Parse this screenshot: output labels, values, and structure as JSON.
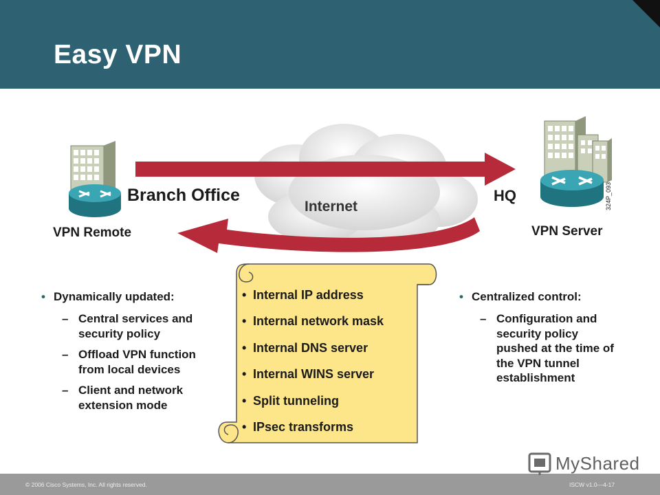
{
  "slide": {
    "title": "Easy VPN"
  },
  "diagram": {
    "branch_label": "Branch Office",
    "internet_label": "Internet",
    "hq_label": "HQ",
    "remote_label": "VPN Remote",
    "server_label": "VPN Server",
    "figure_code": "324P_093"
  },
  "left_column": {
    "heading": "Dynamically updated:",
    "items": [
      "Central services and security policy",
      "Offload VPN function from local devices",
      "Client and network extension mode"
    ]
  },
  "scroll": {
    "items": [
      "Internal IP address",
      "Internal network mask",
      "Internal DNS server",
      "Internal WINS server",
      "Split tunneling",
      "IPsec transforms"
    ]
  },
  "right_column": {
    "heading": "Centralized control:",
    "items": [
      "Configuration and security policy pushed at the time of the VPN tunnel establishment"
    ]
  },
  "footer": {
    "copyright": "© 2006 Cisco Systems, Inc. All rights reserved.",
    "course": "ISCW v1.0—4-17"
  },
  "watermark": {
    "text": "MyShared"
  },
  "colors": {
    "header": "#2e6273",
    "arrow": "#b72a3a",
    "scroll": "#fde58a",
    "router": "#2a8c99"
  }
}
